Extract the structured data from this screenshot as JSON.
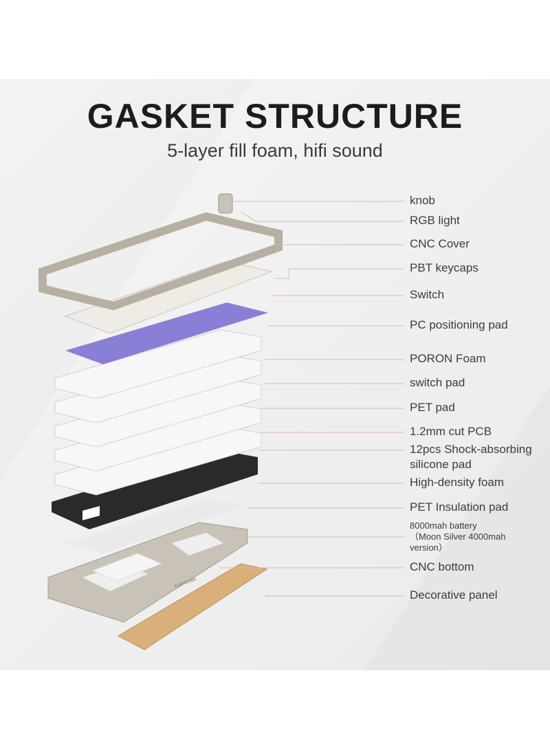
{
  "header": {
    "title": "GASKET STRUCTURE",
    "subtitle": "5-layer fill foam, hifi sound"
  },
  "labels": [
    {
      "id": "knob",
      "text": "knob"
    },
    {
      "id": "rgb-light",
      "text": "RGB light"
    },
    {
      "id": "cnc-cover",
      "text": "CNC Cover"
    },
    {
      "id": "pbt-keycaps",
      "text": "PBT keycaps"
    },
    {
      "id": "switch",
      "text": "Switch"
    },
    {
      "id": "pc-positioning-pad",
      "text": "PC positioning pad"
    },
    {
      "id": "poron-foam",
      "text": "PORON Foam"
    },
    {
      "id": "switch-pad",
      "text": "switch pad"
    },
    {
      "id": "pet-pad",
      "text": "PET pad"
    },
    {
      "id": "cut-pcb",
      "text": "1.2mm cut PCB"
    },
    {
      "id": "shock-absorbing-1",
      "text": "12pcs Shock-absorbing"
    },
    {
      "id": "shock-absorbing-2",
      "text": "silicone pad"
    },
    {
      "id": "high-density-foam",
      "text": "High-density foam"
    },
    {
      "id": "pet-insulation-pad",
      "text": "PET Insulation pad"
    },
    {
      "id": "battery-1",
      "text": "8000mah battery"
    },
    {
      "id": "battery-2",
      "text": "（Moon Silver 4000mah"
    },
    {
      "id": "battery-3",
      "text": "version）"
    },
    {
      "id": "cnc-bottom",
      "text": "CNC bottom"
    },
    {
      "id": "decorative-panel",
      "text": "Decorative panel"
    }
  ],
  "brand_mark": "FURYCUBE",
  "colors": {
    "leader": "#d9b99a",
    "switch": "#8a7fd6",
    "frame": "#b8afa3",
    "gold": "#d9b07a"
  }
}
